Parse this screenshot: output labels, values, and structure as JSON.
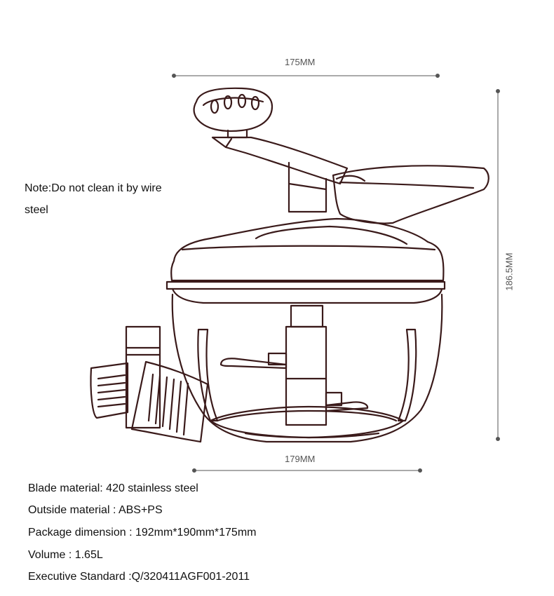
{
  "dimensions": {
    "top_width": "175MM",
    "bottom_width": "179MM",
    "height": "186.5MM"
  },
  "note": {
    "line1": "Note:Do not clean it by wire",
    "line2": "steel"
  },
  "specs": [
    "Blade material: 420 stainless steel",
    "Outside material : ABS+PS",
    "Package dimension : 192mm*190mm*175mm",
    "Volume : 1.65L",
    "Executive Standard :Q/320411AGF001-2011"
  ],
  "colors": {
    "outline": "#3a1a1a",
    "dimension_line": "#555555"
  }
}
